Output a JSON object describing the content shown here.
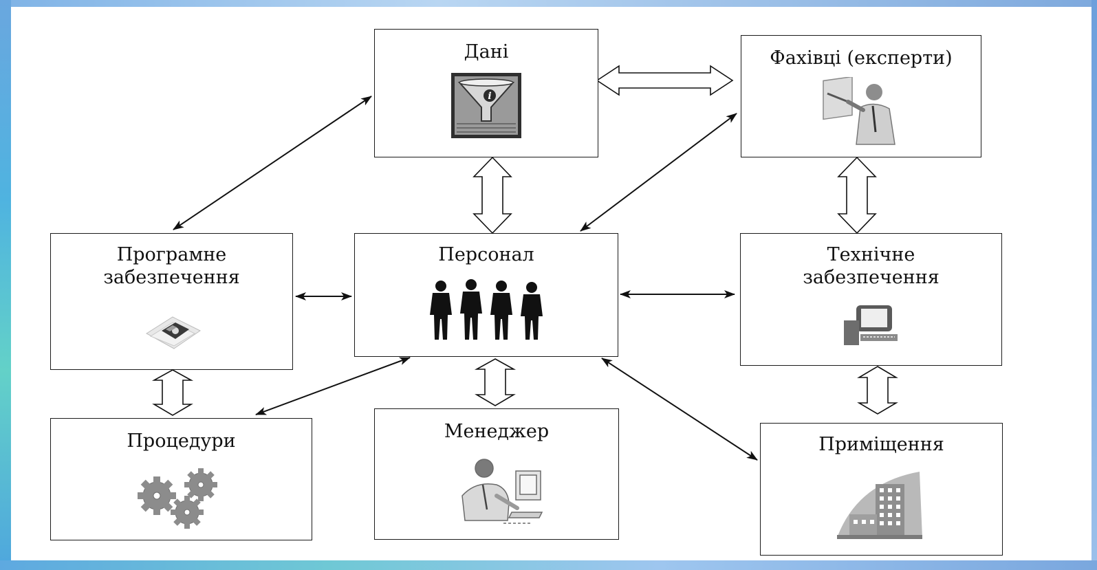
{
  "diagram": {
    "nodes": {
      "data": {
        "label": "Дані",
        "icon": "funnel-info-icon"
      },
      "experts": {
        "label": "Фахівці (експерти)",
        "icon": "presenter-icon"
      },
      "software": {
        "label": "Програмне\nзабезпечення",
        "icon": "floppy-disk-icon"
      },
      "personnel": {
        "label": "Персонал",
        "icon": "people-group-icon"
      },
      "hardware": {
        "label": "Технічне\nзабезпечення",
        "icon": "computer-icon"
      },
      "procedures": {
        "label": "Процедури",
        "icon": "gears-icon"
      },
      "manager": {
        "label": "Менеджер",
        "icon": "manager-at-computer-icon"
      },
      "premises": {
        "label": "Приміщення",
        "icon": "building-icon"
      }
    },
    "links": [
      {
        "from": "data",
        "to": "experts",
        "style": "hollow-double-arrow"
      },
      {
        "from": "data",
        "to": "personnel",
        "style": "hollow-double-arrow"
      },
      {
        "from": "experts",
        "to": "hardware",
        "style": "hollow-double-arrow"
      },
      {
        "from": "software",
        "to": "procedures",
        "style": "hollow-double-arrow"
      },
      {
        "from": "personnel",
        "to": "manager",
        "style": "hollow-double-arrow"
      },
      {
        "from": "hardware",
        "to": "premises",
        "style": "hollow-double-arrow"
      },
      {
        "from": "data",
        "to": "software",
        "style": "double-headed-arrow"
      },
      {
        "from": "experts",
        "to": "personnel",
        "style": "double-headed-arrow"
      },
      {
        "from": "software",
        "to": "personnel",
        "style": "double-headed-arrow"
      },
      {
        "from": "personnel",
        "to": "hardware",
        "style": "double-headed-arrow"
      },
      {
        "from": "personnel",
        "to": "procedures",
        "style": "double-headed-arrow"
      },
      {
        "from": "personnel",
        "to": "premises",
        "style": "double-headed-arrow"
      }
    ]
  }
}
